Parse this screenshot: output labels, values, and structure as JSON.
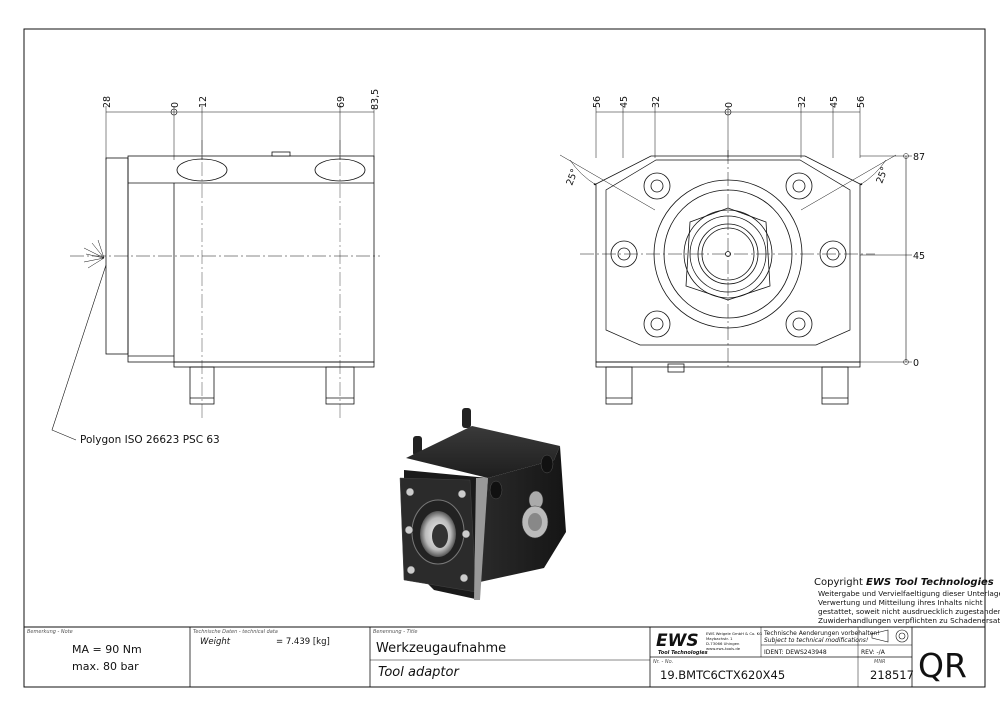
{
  "dimensions": {
    "side_x": [
      "28",
      "0",
      "12",
      "69",
      "83,5"
    ],
    "front_x": [
      "56",
      "45",
      "32",
      "0",
      "32",
      "45",
      "56"
    ],
    "front_y": [
      "87",
      "45",
      "0"
    ],
    "angle_left": "25°",
    "angle_right": "25°"
  },
  "callout": "Polygon ISO 26623 PSC 63",
  "copyright": {
    "title_prefix": "Copyright ",
    "title_brand": "EWS Tool Technologies",
    "lines": [
      "Weitergabe und Vervielfaeltigung dieser Unterlage,",
      "Verwertung und Mitteilung ihres Inhalts nicht",
      "gestattet, soweit nicht ausdruecklich zugestanden.",
      "Zuwiderhandlungen verpflichten zu Schadenersatz."
    ]
  },
  "title_block": {
    "remark_label": "Bemerkung - Note",
    "remark_lines": [
      "MA = 90 Nm",
      "max. 80 bar"
    ],
    "tech_label": "Technische Daten - technical data",
    "weight_label": "Weight",
    "weight_value": "= 7.439 [kg]",
    "title_label": "Benennung - Title",
    "title_de": "Werkzeugaufnahme",
    "title_en": "Tool adaptor",
    "logo": "EWS",
    "logo_sub": "Tool Technologies",
    "company_lines": [
      "EWS Weigele GmbH & Co. KG",
      "Maybachstr. 1",
      "D-73066 Uhingen",
      "www.ews-tools.de"
    ],
    "notice_de": "Technische Aenderungen vorbehalten!",
    "notice_en": "Subject to technical modifications!",
    "ident": "IDENT: DEWS243948",
    "rev": "REV: -/A",
    "nr_label": "Nr. - No.",
    "part_number": "19.BMTC6CTX620X45",
    "mnr_label": "MNR",
    "mnr": "218517",
    "qr": "QR"
  }
}
